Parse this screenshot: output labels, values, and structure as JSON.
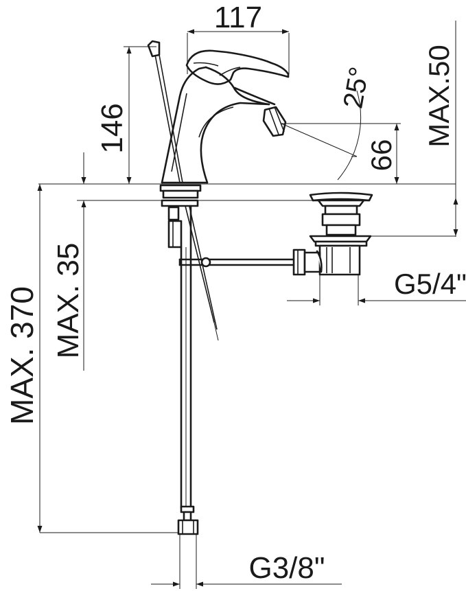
{
  "dimensions": {
    "width_117": "117",
    "height_146": "146",
    "max_50": "MAX.50",
    "angle_25": "25°",
    "offset_66": "66",
    "max_35": "MAX. 35",
    "max_370": "MAX. 370",
    "thread_g54": "G5/4\"",
    "thread_g38": "G3/8\""
  }
}
